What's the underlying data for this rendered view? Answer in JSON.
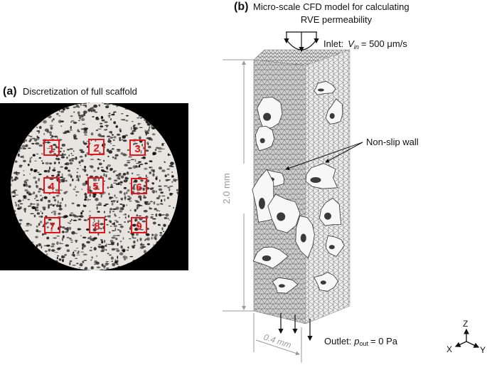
{
  "panel_a": {
    "letter": "(a)",
    "title": "Discretization of full scaffold",
    "regions": [
      "1",
      "2",
      "3",
      "4",
      "5",
      "6",
      "7",
      "8",
      "9"
    ],
    "region_color": "#e8141c"
  },
  "panel_b": {
    "letter": "(b)",
    "title_line1": "Micro-scale CFD model for calculating",
    "title_line2": "RVE permeability",
    "inlet_prefix": "Inlet:",
    "inlet_symbol": "V",
    "inlet_sub": "in",
    "inlet_value": "= 500 μm/s",
    "wall_label": "Non-slip wall",
    "height_label": "2.0 mm",
    "width_label": "0.4 mm",
    "outlet_prefix": "Outlet:",
    "outlet_symbol": "p",
    "outlet_sub": "out",
    "outlet_value": "= 0 Pa",
    "axes": {
      "z": "Z",
      "x": "X",
      "y": "Y"
    },
    "dimension_color": "#9a9a9a"
  }
}
